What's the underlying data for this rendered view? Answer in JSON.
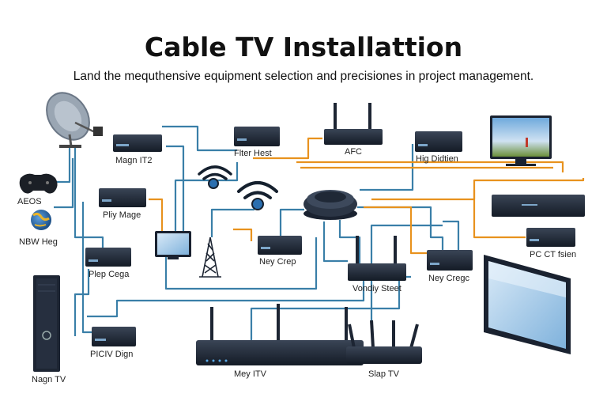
{
  "header": {
    "title": "Cable TV Installattion",
    "subtitle": "Land the mequthensive equipment selection and precisiones in project management."
  },
  "labels": {
    "gamepad": "AEOS",
    "globe": "NBW Heg",
    "tower_pc": "Nagn TV",
    "box_t2": "Magn IT2",
    "box_play": "Pliy Mage",
    "box_ege": "Plep Cega",
    "box_dign": "PICIV Dign",
    "box_hest": "Flter Hest",
    "monitor_stand": "Ney Crep",
    "router_afc": "AFC",
    "box_hig": "Hig Didtien",
    "router_steet": "Vondiy Steet",
    "box_oege": "Ney Cregc",
    "box_pcct": "PC CT fsien",
    "router_itv": "Mey ITV",
    "router_slap": "Slap TV"
  },
  "colors": {
    "blue_cable": "#3a7fa8",
    "orange_cable": "#e8921e",
    "device": "#1f2a3a"
  }
}
